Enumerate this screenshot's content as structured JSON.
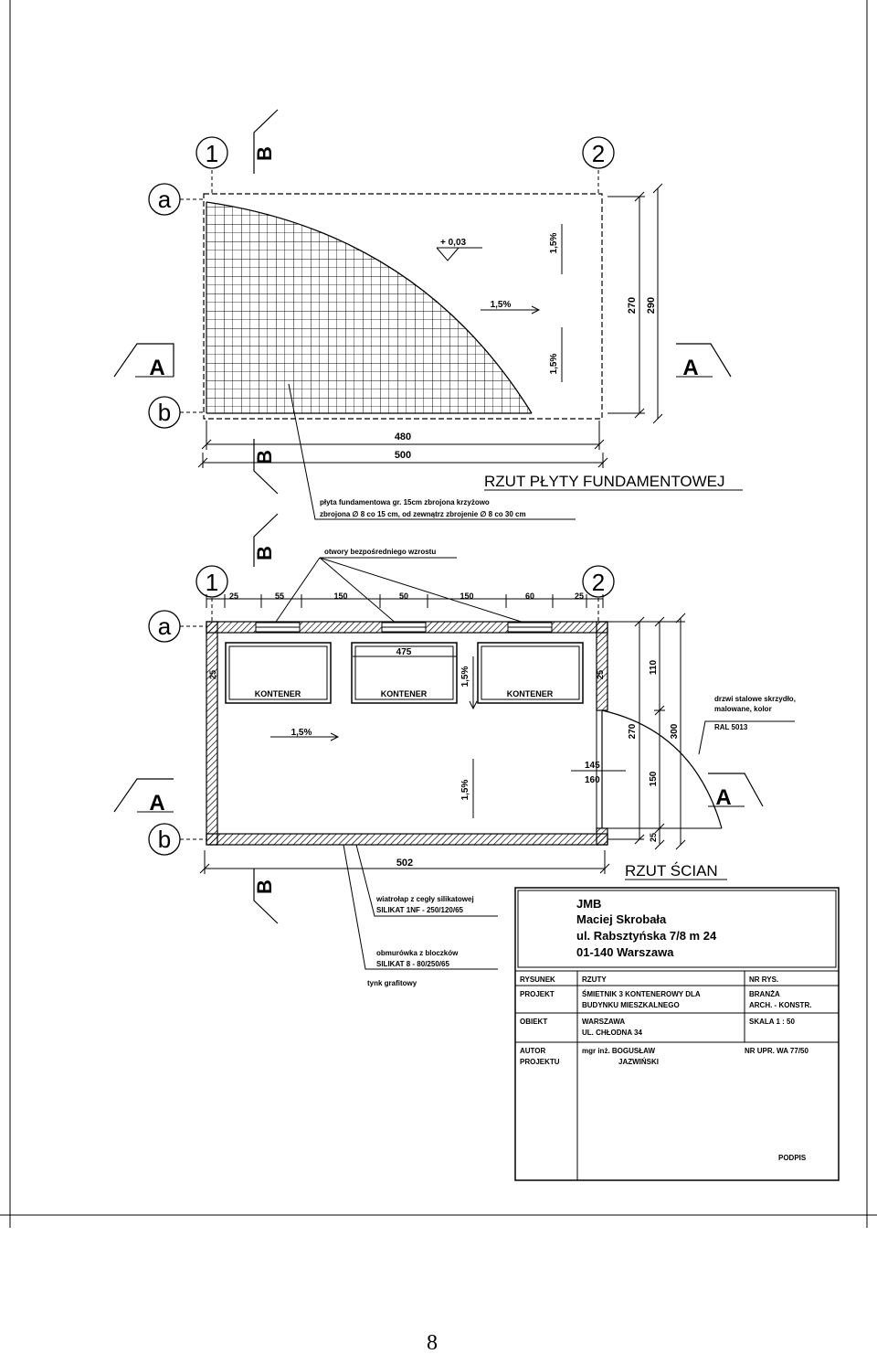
{
  "grid_axes": {
    "col_1": "1",
    "col_2": "2",
    "row_a": "a",
    "row_b": "b"
  },
  "section_marks": {
    "a": "A",
    "b": "B"
  },
  "plan_foundation": {
    "title": "RZUT PŁYTY FUNDAMENTOWEJ",
    "level": "+ 0,03",
    "slopes": [
      "1,5%",
      "1,5%",
      "1,5%"
    ],
    "dim_inner": "480",
    "dim_outer": "500",
    "dim_height_inner": "270",
    "dim_height_outer": "290",
    "note_line1": "płyta fundamentowa gr. 15cm zbrojona krzyżowo",
    "note_line2": "zbrojona ∅ 8 co 15 cm, od zewnątrz zbrojenie ∅ 8 co 30 cm"
  },
  "plan_walls": {
    "title": "RZUT ŚCIAN",
    "vents_note": "otwory bezpośredniego wzrostu",
    "top_dims": [
      "25",
      "55",
      "150",
      "50",
      "150",
      "60",
      "25"
    ],
    "dim_475": "475",
    "dim_left": "25",
    "dim_right": "25",
    "containers": [
      "KONTENER",
      "KONTENER",
      "KONTENER"
    ],
    "slopes": [
      "1,5%",
      "1,5%",
      "1,5%"
    ],
    "door_dims": [
      "145",
      "160"
    ],
    "right_dims": [
      "110",
      "270",
      "300",
      "150",
      "25"
    ],
    "bottom_dim": "502",
    "door_note_line1": "drzwi stalowe skrzydło,",
    "door_note_line2": "malowane, kolor",
    "door_note_line3": "RAL 5013",
    "wall_note_line1": "wiatrołap z cegły silikatowej",
    "wall_note_line2": "SILIKAT 1NF - 250/120/65",
    "wall_note2_line1": "obmurówka z bloczków",
    "wall_note2_line2": "SILIKAT 8 - 80/250/65",
    "wall_note3": "tynk grafitowy"
  },
  "title_block": {
    "office_line1": "JMB",
    "office_line2": "Maciej Skrobała",
    "office_line3": "ul. Rabsztyńska 7/8 m 24",
    "office_line4": "01-140 Warszawa",
    "rysunek_label": "RYSUNEK",
    "rysunek_value": "RZUTY",
    "nr_label": "NR RYS.",
    "projekt_label": "PROJEKT",
    "projekt_value1": "ŚMIETNIK 3 KONTENEROWY DLA",
    "projekt_value2": "BUDYNKU MIESZKALNEGO",
    "branza_label": "BRANŻA",
    "branza_value": "ARCH. - KONSTR.",
    "obiekt_label": "OBIEKT",
    "obiekt_value1": "WARSZAWA",
    "obiekt_value2": "UL. CHŁODNA 34",
    "skala_label": "SKALA 1 : 50",
    "autor_label1": "AUTOR",
    "autor_label2": "PROJEKTU",
    "autor_value1": "mgr inż. BOGUSŁAW",
    "autor_value2": "JAZWIŃSKI",
    "uprawnienia": "NR UPR. WA 77/50",
    "podpis": "PODPIS"
  },
  "page_number": "8"
}
